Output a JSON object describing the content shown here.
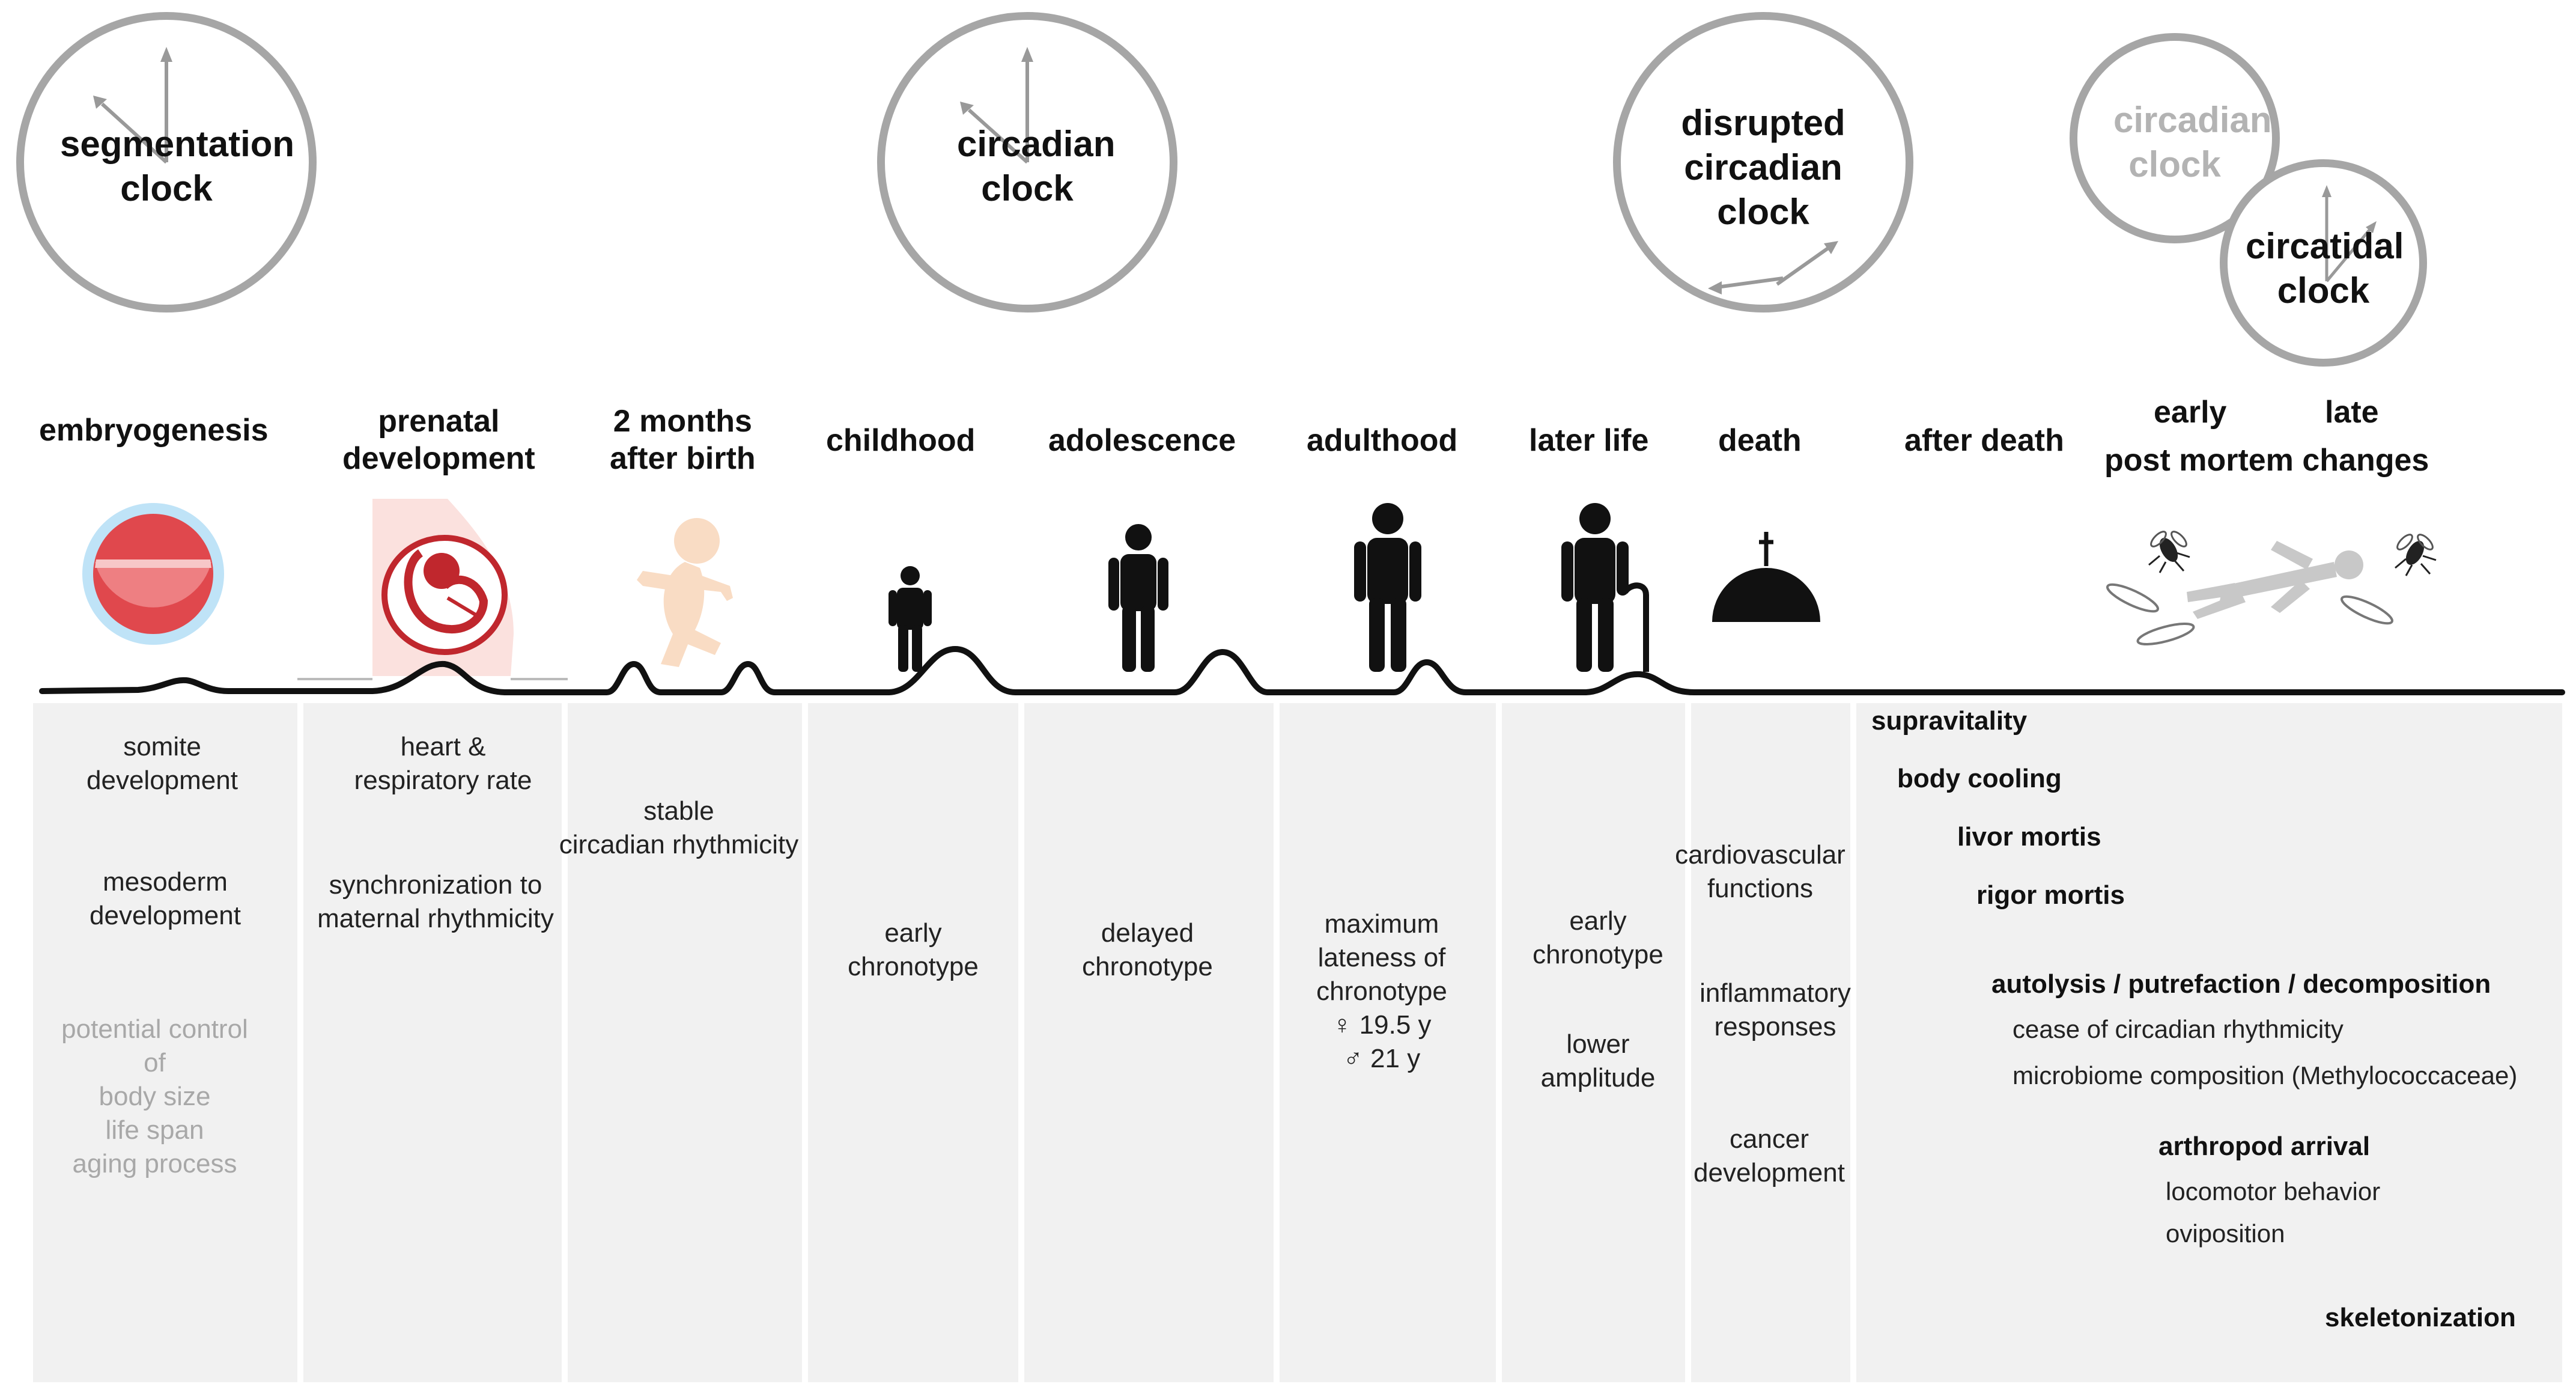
{
  "clocks": {
    "segmentation": "segmentation clock",
    "circadian": "circadian clock",
    "disrupted": "disrupted circadian clock",
    "circadian_faded": "circadian clock",
    "circatidal": "circatidal clock"
  },
  "phases": {
    "embryogenesis": "embryogenesis",
    "prenatal_1": "prenatal",
    "prenatal_2": "development",
    "months_1": "2 months",
    "months_2": "after birth",
    "childhood": "childhood",
    "adolescence": "adolescence",
    "adulthood": "adulthood",
    "later_life": "later life",
    "death": "death",
    "after_death": "after death",
    "early": "early",
    "late": "late",
    "post_mortem": "post mortem changes"
  },
  "columns": {
    "embryo": {
      "l1": "somite",
      "l2": "development",
      "l3": "mesoderm",
      "l4": "development",
      "faded": [
        "potential control",
        "of",
        "body size",
        "life span",
        "aging process"
      ]
    },
    "prenatal": {
      "l1": "heart &",
      "l2": "respiratory rate",
      "l3": "synchronization to",
      "l4": "maternal rhythmicity"
    },
    "months": {
      "l1": "stable",
      "l2": "circadian rhythmicity"
    },
    "childhood": {
      "l1": "early",
      "l2": "chronotype"
    },
    "adolescence": {
      "l1": "delayed",
      "l2": "chronotype"
    },
    "adulthood": {
      "l1": "maximum",
      "l2": "lateness of",
      "l3": "chronotype",
      "l4": "♀ 19.5 y",
      "l5": "♂ 21 y"
    },
    "later_life": {
      "l1": "early",
      "l2": "chronotype",
      "l3": "lower",
      "l4": "amplitude"
    },
    "death": {
      "l1": "cardiovascular",
      "l2": "functions",
      "l3": "inflammatory",
      "l4": "responses",
      "l5": "cancer",
      "l6": "development"
    }
  },
  "post_mortem": {
    "supravitality": "supravitality",
    "body_cooling": "body cooling",
    "livor_mortis": "livor mortis",
    "rigor_mortis": "rigor mortis",
    "autolysis": "autolysis / putrefaction / decomposition",
    "cease": "cease of circadian rhythmicity",
    "microbiome": "microbiome composition  (Methylococcaceae)",
    "arthropod": "arthropod arrival",
    "locomotor": "locomotor behavior",
    "oviposition": "oviposition",
    "skeletonization": "skeletonization"
  },
  "colors": {
    "ring": "#a6a6a6",
    "panel": "#f1f1f1",
    "embryo_red": "#e0484d",
    "embryo_halo": "#bfe3f7",
    "fetus_red": "#c0272d",
    "baby_skin": "#f9dcc4",
    "figure": "#111111",
    "corpse": "#c8c8c8"
  },
  "icons": {
    "embryo": "embryo-icon",
    "fetus": "fetus-in-womb-icon",
    "baby": "crawling-baby-icon",
    "child": "child-silhouette-icon",
    "teen": "adolescent-silhouette-icon",
    "adult": "adult-silhouette-icon",
    "elder": "elderly-with-cane-icon",
    "death": "tombstone-dome-icon",
    "corpse": "corpse-icon",
    "fly": "fly-icon",
    "larva": "larva-icon"
  }
}
